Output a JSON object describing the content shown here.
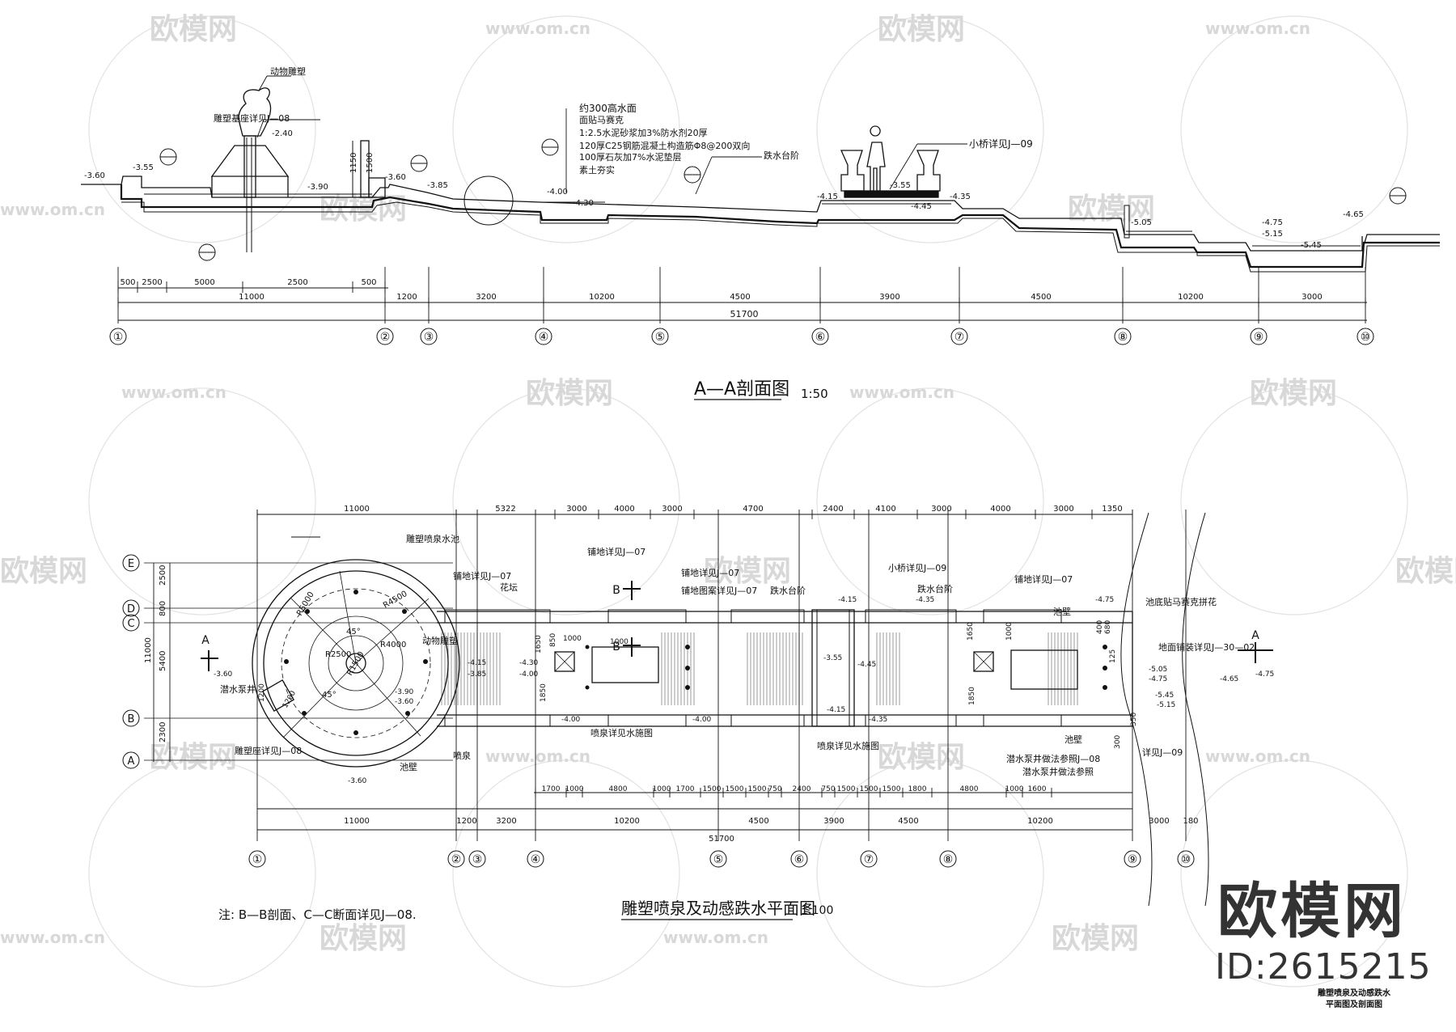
{
  "watermark": {
    "brand": "欧模网",
    "site": "www.om.cn"
  },
  "section": {
    "title": "A—A剖面图",
    "scale": "1:50",
    "notes": [
      "动物雕塑",
      "雕塑基座详见J—08",
      "1:2.5水泥砂浆加3%防水剂20厚",
      "120厚C25钢筋混凝土构造筋Φ8@200双向",
      "100厚石灰加7%水泥垫层",
      "素土夯实",
      "跌水台阶",
      "小桥详见J—09",
      "面贴马赛克",
      "约300高水面"
    ],
    "levels": [
      "-3.60",
      "-3.55",
      "-2.40",
      "-3.90",
      "-3.60",
      "-3.85",
      "-4.00",
      "-4.30",
      "-4.15",
      "-3.55",
      "-4.45",
      "-4.35",
      "-5.05",
      "-4.75",
      "-5.15",
      "-5.45",
      "-4.65"
    ],
    "vertical_dims": [
      "1150",
      "1500"
    ],
    "dims_top": [
      "500",
      "2500",
      "5000",
      "2500",
      "500"
    ],
    "dims_mid": [
      "11000",
      "1200",
      "3200",
      "10200",
      "4500",
      "3900",
      "4500",
      "10200",
      "3000"
    ],
    "dims_total": "51700",
    "axes": [
      "①",
      "②",
      "③",
      "④",
      "⑤",
      "⑥",
      "⑦",
      "⑧",
      "⑨",
      "⑩"
    ]
  },
  "plan": {
    "title": "雕塑喷泉及动感跌水平面图",
    "scale": "1:100",
    "note": "注: B—B剖面、C—C断面详见J—08.",
    "labels": [
      "雕塑喷泉水池",
      "铺地详见J—07",
      "铺地详见J—07",
      "铺地详见J—07",
      "铺地图案详见J—07",
      "小桥详见J—09",
      "铺地详见J—07",
      "花坛",
      "动物雕塑",
      "跌水台阶",
      "跌水台阶",
      "池壁",
      "池底贴马赛克拼花",
      "地面铺装详见J—30—02",
      "潜水泵井",
      "雕塑座详见J—08",
      "喷泉",
      "池壁",
      "喷泉详见水施图",
      "喷泉详见水施图",
      "池壁",
      "潜水泵井做法参照J—08",
      "潜水泵井做法参照",
      "详见J—09"
    ],
    "radii": [
      "R5000",
      "R4500",
      "R4000",
      "R2500",
      "R1500",
      "45°",
      "45°"
    ],
    "section_marks": {
      "a": "A",
      "b": "B"
    },
    "rows": [
      "E",
      "D",
      "C",
      "B",
      "A"
    ],
    "row_dims": [
      "2500",
      "800",
      "5400",
      "11000",
      "2300"
    ],
    "levels": [
      "-3.60",
      "-3.60",
      "-4.15",
      "-3.85",
      "-4.30",
      "-4.00",
      "-4.15",
      "-4.35",
      "-4.75",
      "-3.55",
      "-4.15",
      "-4.35",
      "-4.45",
      "-5.05",
      "-4.75",
      "-5.45",
      "-5.15",
      "-4.65",
      "-4.75",
      "-3.90",
      "-3.60",
      "-4.00",
      "-4.00"
    ],
    "dims_top_outer": [
      "11000",
      "5322",
      "3000",
      "4000",
      "3000",
      "4700",
      "2400",
      "4100",
      "3000",
      "4000",
      "3000",
      "1350"
    ],
    "dims_bottom1": [
      "1700",
      "1000",
      "4800",
      "1000",
      "1700",
      "1500",
      "1500",
      "1500",
      "750",
      "2400",
      "750",
      "1500",
      "1500",
      "1500",
      "1800",
      "4800",
      "1000",
      "1600"
    ],
    "dims_bottom2": [
      "11000",
      "1200",
      "3200",
      "10200",
      "4500",
      "3900",
      "4500",
      "10200",
      "3000",
      "180"
    ],
    "dims_total": "51700",
    "axes": [
      "①",
      "②",
      "③",
      "④",
      "⑤",
      "⑥",
      "⑦",
      "⑧",
      "⑨",
      "⑩"
    ],
    "small_dims": [
      "1000",
      "1000",
      "850",
      "1650",
      "1650",
      "400",
      "680",
      "1850",
      "1850",
      "1000",
      "300",
      "350",
      "125",
      "1200",
      "1200"
    ]
  },
  "brand": {
    "name": "欧模网",
    "id": "ID:2615215"
  },
  "sheet": {
    "line1": "雕塑喷泉及动感跌水",
    "line2": "平面图及剖面图"
  }
}
